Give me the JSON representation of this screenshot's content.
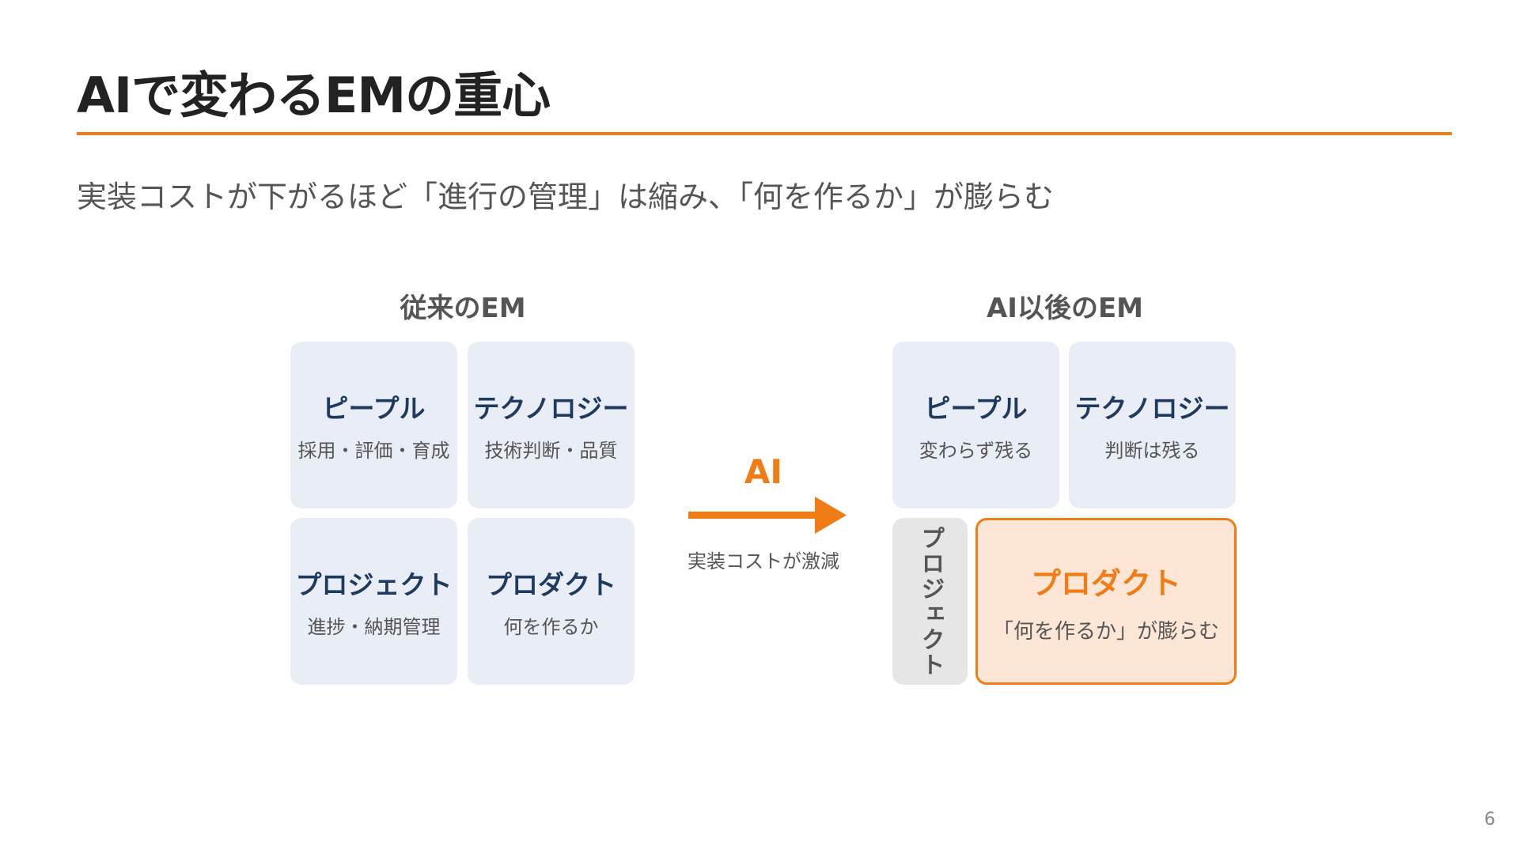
{
  "slide": {
    "title": "AIで変わるEMの重心",
    "subtitle": "実装コストが下がるほど「進行の管理」は縮み、「何を作るか」が膨らむ",
    "page_number": "6"
  },
  "before": {
    "heading": "従来のEM",
    "cells": [
      {
        "title": "ピープル",
        "sub": "採用・評価・育成"
      },
      {
        "title": "テクノロジー",
        "sub": "技術判断・品質"
      },
      {
        "title": "プロジェクト",
        "sub": "進捗・納期管理"
      },
      {
        "title": "プロダクト",
        "sub": "何を作るか"
      }
    ]
  },
  "transition": {
    "label": "AI",
    "caption": "実装コストが激減"
  },
  "after": {
    "heading": "AI以後のEM",
    "cells": [
      {
        "title": "ピープル",
        "sub": "変わらず残る"
      },
      {
        "title": "テクノロジー",
        "sub": "判断は残る"
      },
      {
        "title": "プロジェクト"
      },
      {
        "title": "プロダクト",
        "sub": "「何を作るか」が膨らむ"
      }
    ]
  },
  "colors": {
    "accent": "#F07C16",
    "cell_bg": "#E9EDF5",
    "highlight_bg": "#FDE6D5",
    "shrunk_bg": "#E6E6E6",
    "cell_title": "#1F3A5F"
  }
}
